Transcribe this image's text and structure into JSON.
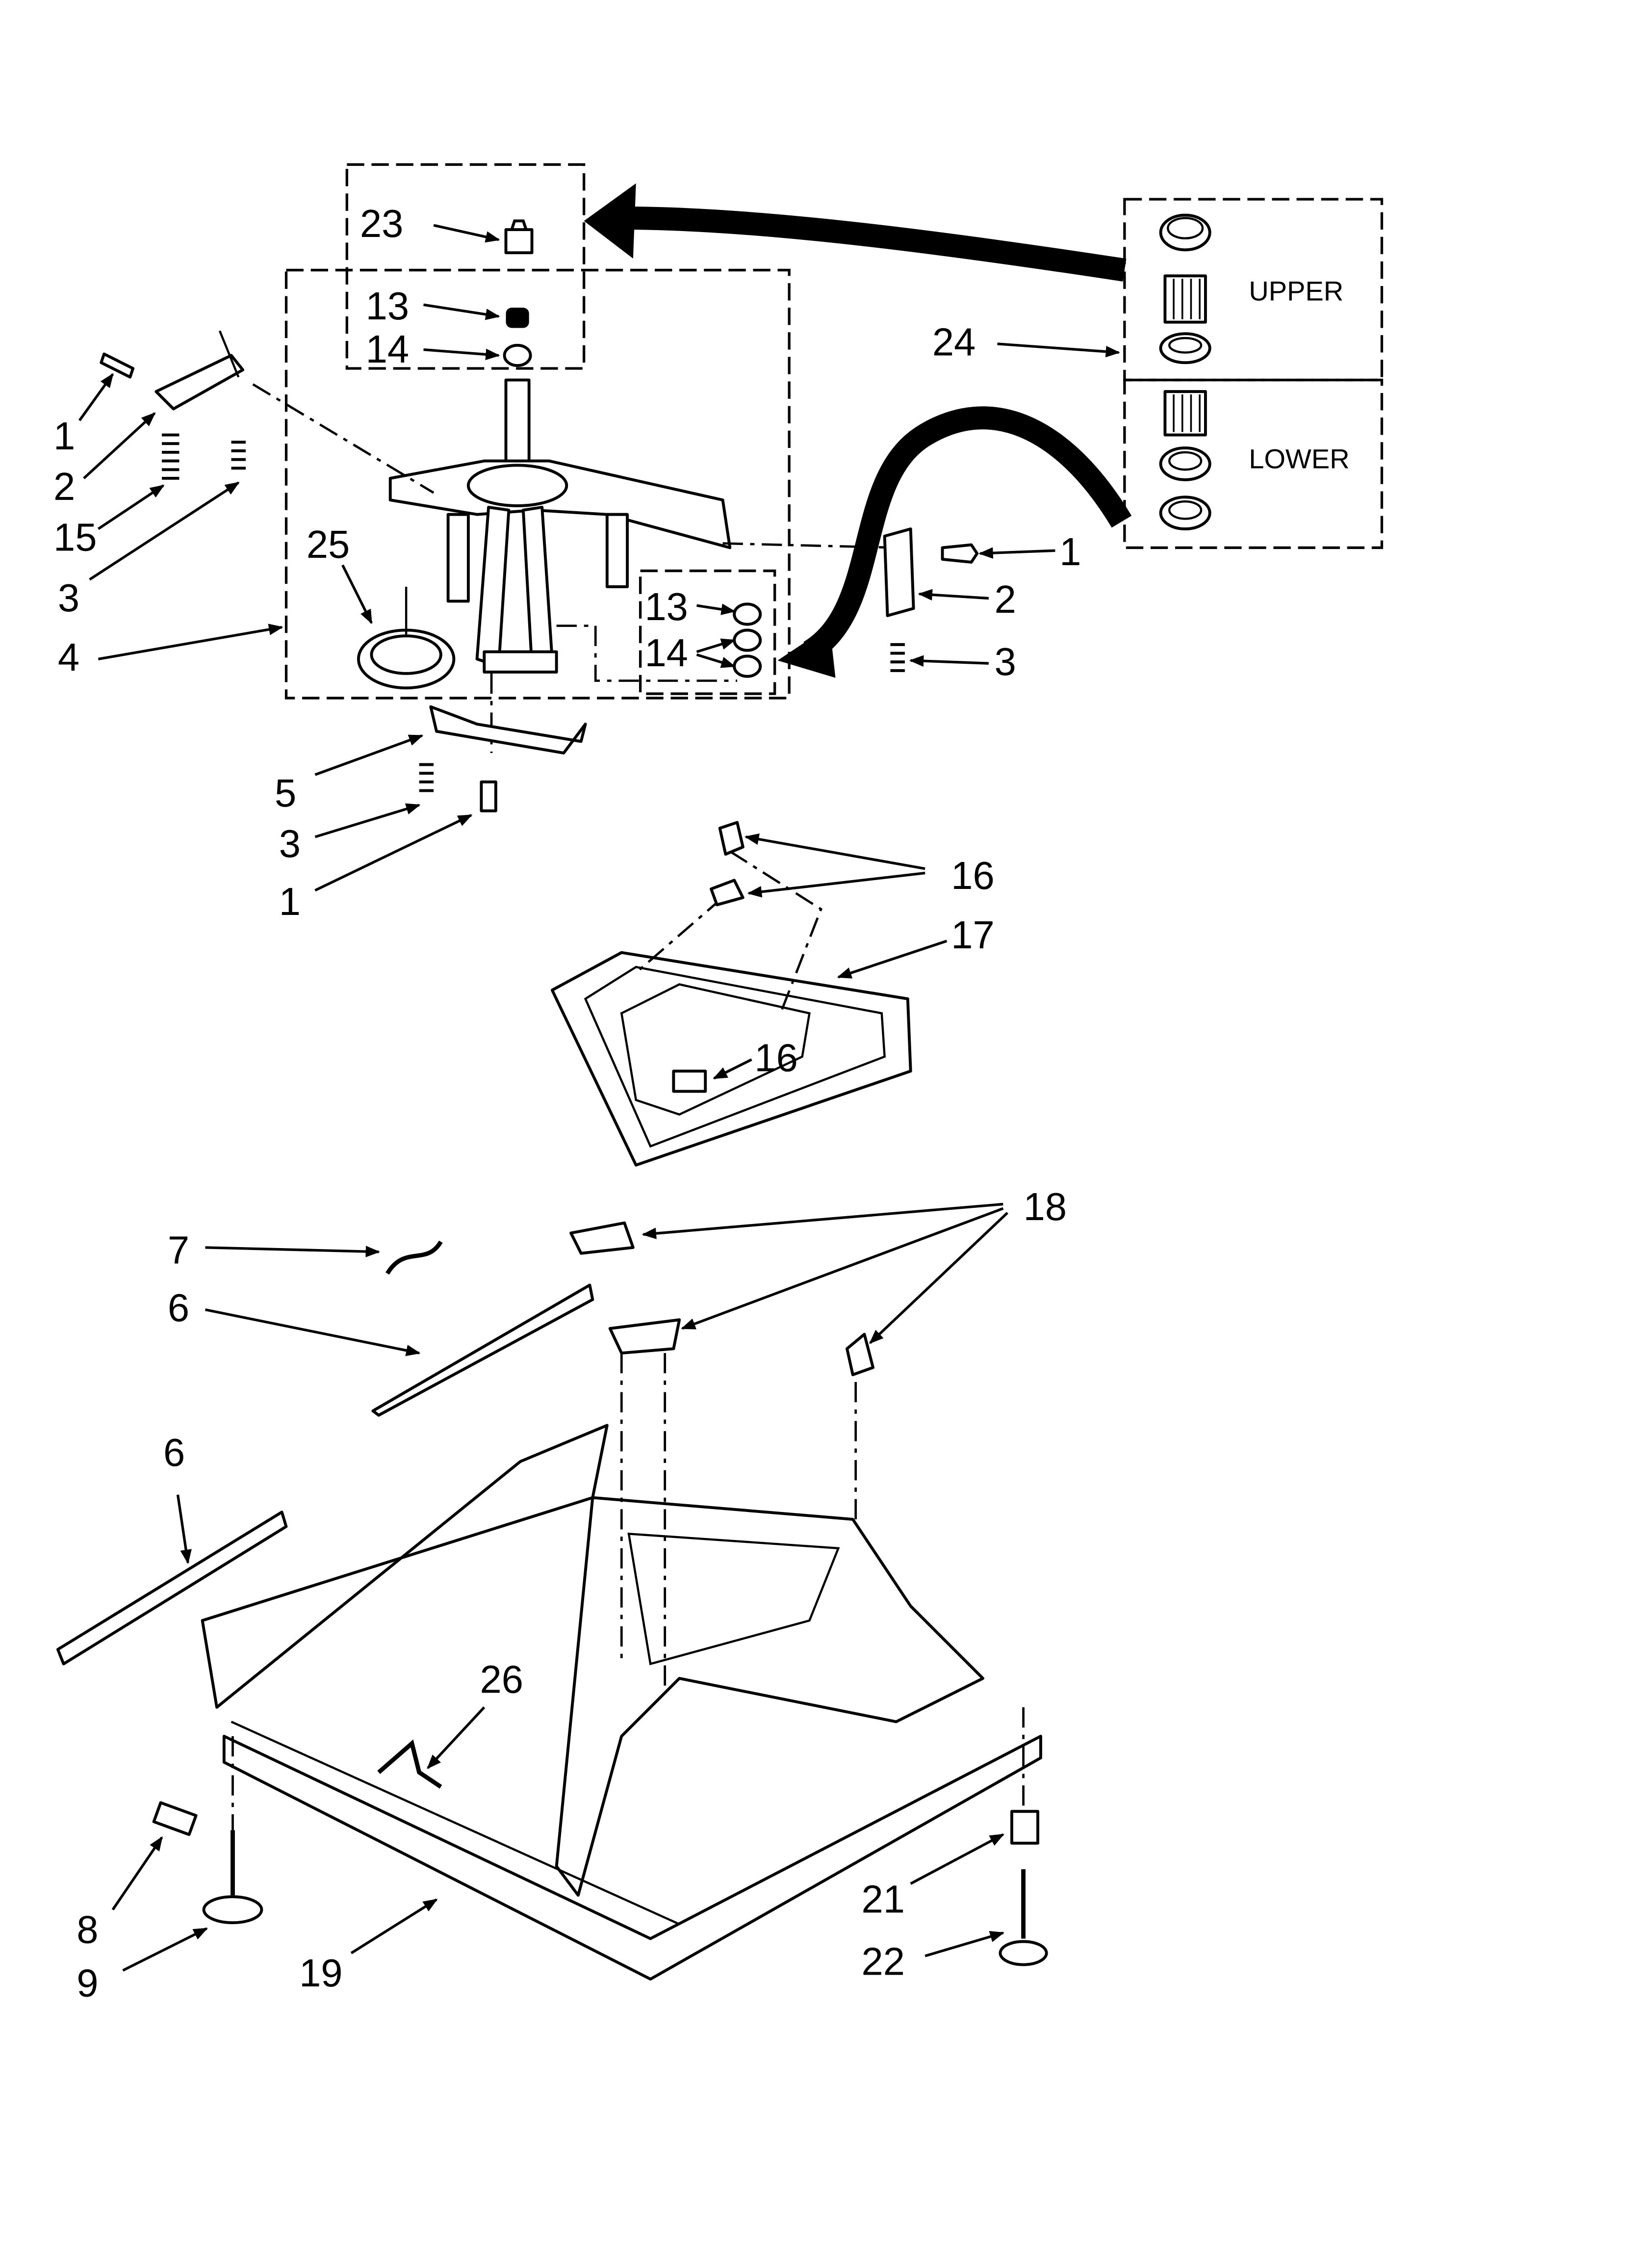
{
  "callouts": {
    "c1a": "1",
    "c2a": "2",
    "c15": "15",
    "c3a": "3",
    "c4": "4",
    "c25": "25",
    "c23": "23",
    "c13a": "13",
    "c14a": "14",
    "c13b": "13",
    "c14b": "14",
    "c24": "24",
    "c1b": "1",
    "c2b": "2",
    "c3b": "3",
    "c5": "5",
    "c3c": "3",
    "c1c": "1",
    "c16a": "16",
    "c17": "17",
    "c16b": "16",
    "c18": "18",
    "c7": "7",
    "c6a": "6",
    "c6b": "6",
    "c26": "26",
    "c8": "8",
    "c9": "9",
    "c19": "19",
    "c21": "21",
    "c22": "22"
  },
  "kit_labels": {
    "upper": "UPPER",
    "lower": "LOWER"
  }
}
